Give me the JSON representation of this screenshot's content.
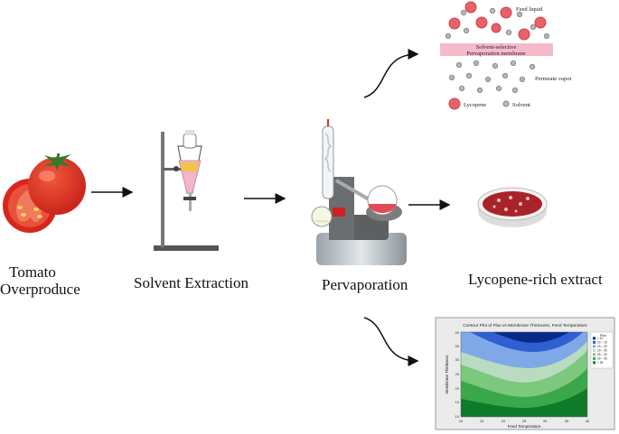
{
  "stages": {
    "tomato": [
      "Tomato",
      "Overproduce"
    ],
    "extraction": "Solvent Extraction",
    "pervaporation": "Pervaporation",
    "extract": "Lycopene-rich extract"
  },
  "membrane_inset": {
    "feed_liquid": "Feed liquid",
    "membrane": [
      "Solvent-selective",
      "Pervaporation membrane"
    ],
    "permeate": "Permeate vapor",
    "legend_lycopene": "Lycopene",
    "legend_solvent": "Solvent",
    "colors": {
      "lycopene": "#e8606a",
      "solvent": "#b8b8b8",
      "membrane": "#f6b9c9"
    }
  },
  "contour_inset": {
    "title": "Contour Plot of Flux vs Membrane Thickness, Feed Temperature",
    "xlabel": "Feed Temperature",
    "ylabel": "Membrane Thickness",
    "legend_title": "Flux",
    "legend_items": [
      "< 10",
      "10 – 15",
      "15 – 20",
      "20 – 25",
      "25 – 30",
      "30 – 35",
      "> 35"
    ],
    "legend_colors": [
      "#0a2a8a",
      "#2f5fd0",
      "#7fa8e6",
      "#b9dcc0",
      "#7cc87c",
      "#3aa84a",
      "#0f7a2a"
    ],
    "x_ticks": [
      "10",
      "15",
      "20",
      "25",
      "30",
      "35",
      "40"
    ],
    "y_ticks": [
      "10",
      "15",
      "20",
      "25",
      "30",
      "35",
      "40"
    ]
  }
}
